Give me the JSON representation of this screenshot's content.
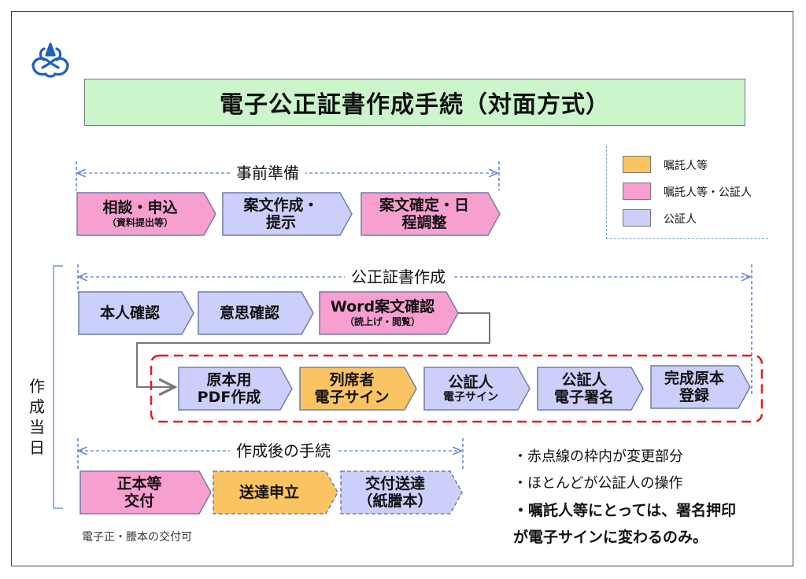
{
  "title": "電子公正証書作成手続（対面方式）",
  "colors": {
    "client": "#fbc463",
    "client_notary": "#f79fcf",
    "notary": "#cccffa",
    "title_bg": "#ccf5cc",
    "guide": "#5b7fd1",
    "highlight": "#e0201e",
    "orange_highlight": "#f9b300"
  },
  "sections": {
    "prep": {
      "label": "事前準備",
      "steps": [
        {
          "line1": "相談・申込",
          "line2": "（資料提出等）",
          "role": "client_notary"
        },
        {
          "line1": "案文作成・",
          "line2": "提示",
          "role": "notary"
        },
        {
          "line1": "案文確定・日",
          "line2": "程調整",
          "role": "client_notary"
        }
      ]
    },
    "create": {
      "label": "公正証書作成",
      "steps_row1": [
        {
          "line1": "本人確認",
          "line2": "",
          "role": "notary"
        },
        {
          "line1": "意思確認",
          "line2": "",
          "role": "notary"
        },
        {
          "line1": "Word案文確認",
          "line2": "（読上げ・閲覧）",
          "role": "client_notary"
        }
      ],
      "steps_row2": [
        {
          "line1": "原本用",
          "line2": "PDF作成",
          "role": "notary"
        },
        {
          "line1": "列席者",
          "line2": "電子サイン",
          "role": "client"
        },
        {
          "line1": "公証人",
          "line2": "電子サイン",
          "role": "notary"
        },
        {
          "line1": "公証人",
          "line2": "電子署名",
          "role": "notary"
        },
        {
          "line1": "完成原本",
          "line2": "登録",
          "role": "notary"
        }
      ]
    },
    "after": {
      "label": "作成後の手続",
      "steps": [
        {
          "line1": "正本等",
          "line2": "交付",
          "role": "client_notary"
        },
        {
          "line1": "送達申立",
          "line2": "",
          "role": "client"
        },
        {
          "line1": "交付送達",
          "line2": "（紙謄本）",
          "role": "notary"
        }
      ],
      "footnote": "電子正・謄本の交付可"
    }
  },
  "day_label": "作成当日",
  "legend": [
    {
      "label": "嘱託人等",
      "role": "client"
    },
    {
      "label": "嘱託人等・公証人",
      "role": "client_notary"
    },
    {
      "label": "公証人",
      "role": "notary"
    }
  ],
  "notes": [
    {
      "text": "・赤点線の枠内が変更部分",
      "bold": false
    },
    {
      "text": "・ほとんどが公証人の操作",
      "bold": false
    },
    {
      "text": "・嘱託人等にとっては、署名押印",
      "bold": true
    },
    {
      "text": "が電子サインに変わるのみ。",
      "bold": true
    }
  ],
  "logo_icon": "bellflower-crest-icon"
}
